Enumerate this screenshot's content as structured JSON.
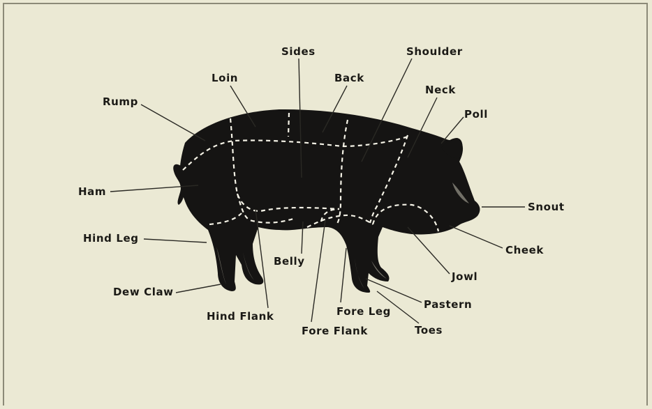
{
  "colors": {
    "background": "#ebe9d4",
    "animal": "#151413",
    "cut_lines": "#f4f2e6",
    "labels": "#1b1a16"
  },
  "labels": {
    "sides": "Sides",
    "shoulder": "Shoulder",
    "loin": "Loin",
    "back": "Back",
    "neck": "Neck",
    "rump": "Rump",
    "poll": "Poll",
    "ham": "Ham",
    "snout": "Snout",
    "hind_leg": "Hind Leg",
    "cheek": "Cheek",
    "belly": "Belly",
    "jowl": "Jowl",
    "dew_claw": "Dew Claw",
    "pastern": "Pastern",
    "fore_leg": "Fore Leg",
    "hind_flank": "Hind Flank",
    "toes": "Toes",
    "fore_flank": "Fore Flank"
  }
}
